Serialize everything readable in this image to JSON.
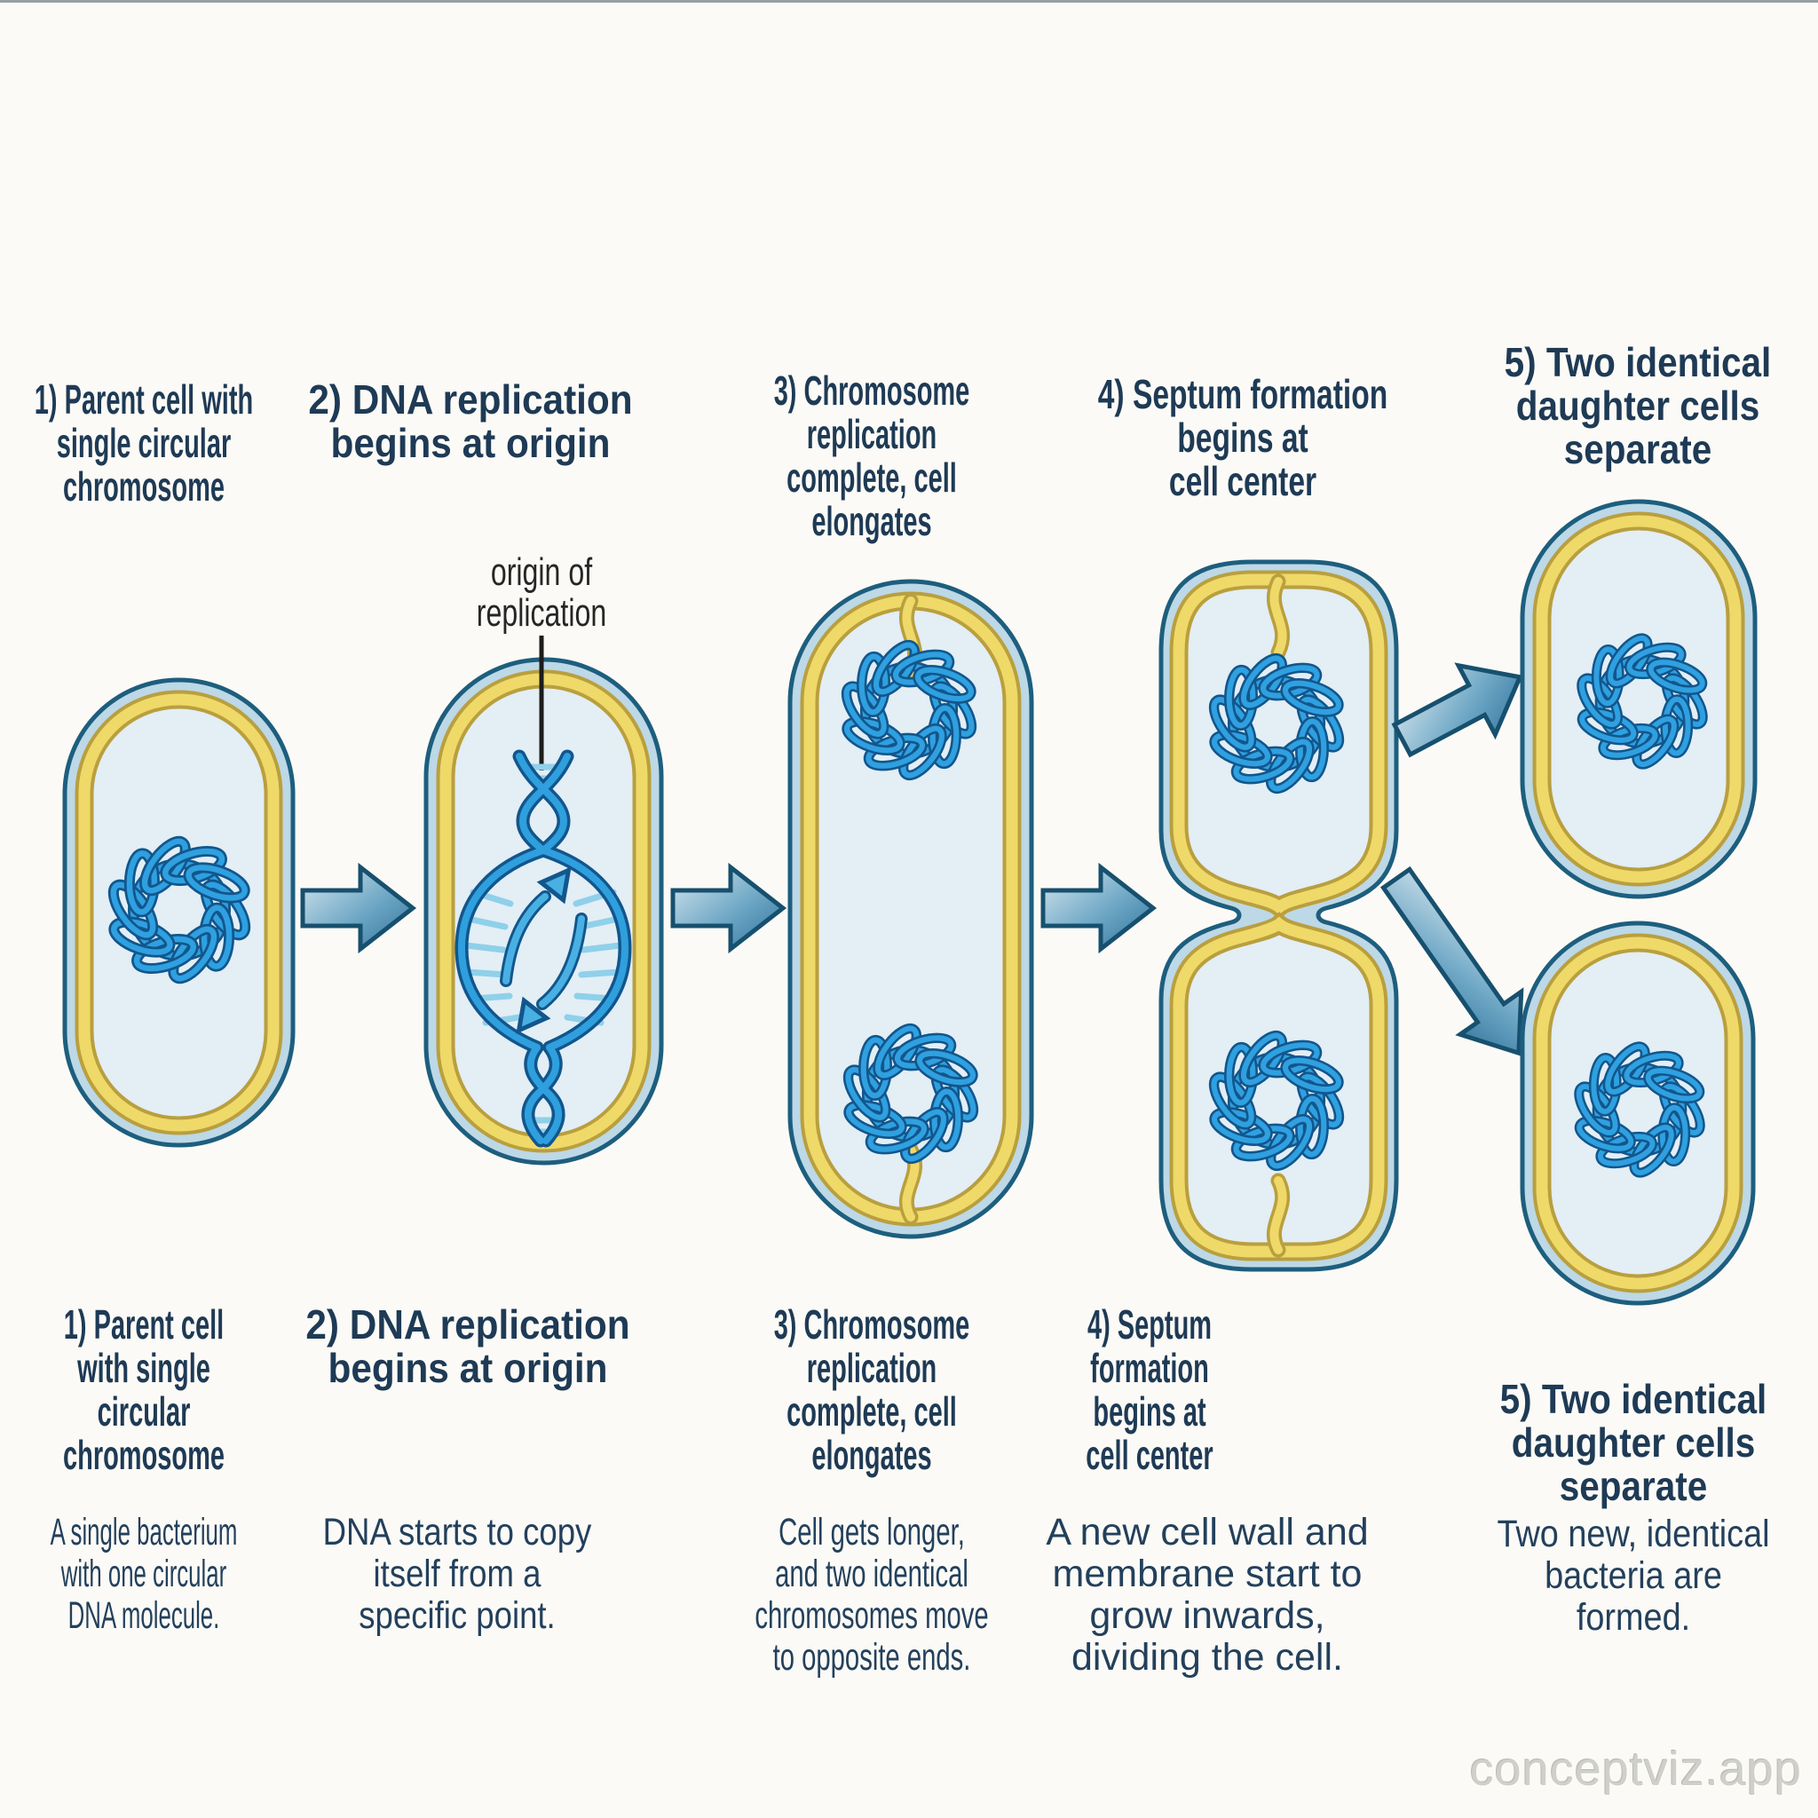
{
  "page": {
    "watermark": "conceptviz.app",
    "background_color": "#fbfaf6"
  },
  "colors": {
    "cell_wall": "#bdd8e6",
    "cell_wall_outline": "#1d5e7e",
    "plasma_membrane_yellow": "#efd968",
    "membrane_edge": "#b99f3e",
    "cytoplasm": "#e3eef5",
    "chromosome_blue": "#2fa0e0",
    "chromosome_outline": "#12568c",
    "arrow_blue": "#4a93b8",
    "heading_text": "#1e3a55",
    "body_text": "#23405c"
  },
  "origin_label": {
    "lines": [
      "origin of",
      "replication"
    ]
  },
  "stages": [
    {
      "id": "1",
      "top_title_lines": [
        "1) Parent cell with",
        "single circular",
        "chromosome"
      ],
      "bottom_title_lines": [
        "1) Parent cell",
        "with single",
        "circular",
        "chromosome"
      ],
      "description_lines": [
        "A single bacterium",
        "with one circular",
        "DNA molecule."
      ]
    },
    {
      "id": "2",
      "top_title_lines": [
        "2) DNA replication",
        "begins at origin"
      ],
      "bottom_title_lines": [
        "2) DNA replication",
        "begins at origin"
      ],
      "description_lines": [
        "DNA starts to copy",
        "itself from a",
        "specific point."
      ]
    },
    {
      "id": "3",
      "top_title_lines": [
        "3) Chromosome",
        "replication",
        "complete, cell",
        "elongates"
      ],
      "bottom_title_lines": [
        "3) Chromosome",
        "replication",
        "complete, cell",
        "elongates"
      ],
      "description_lines": [
        "Cell gets longer,",
        "and two identical",
        "chromosomes move",
        "to opposite ends."
      ]
    },
    {
      "id": "4",
      "top_title_lines": [
        "4) Septum formation",
        "begins at",
        "cell center"
      ],
      "bottom_title_lines": [
        "4) Septum",
        "formation",
        "begins at",
        "cell center"
      ],
      "description_lines": [
        "A new cell wall and",
        "membrane start to",
        "grow inwards,",
        "dividing the cell."
      ]
    },
    {
      "id": "5",
      "top_title_lines": [
        "5) Two identical",
        "daughter cells",
        "separate"
      ],
      "bottom_title_lines": [
        "5) Two identical",
        "daughter cells",
        "separate"
      ],
      "description_lines": [
        "Two new, identical",
        "bacteria are",
        "formed."
      ]
    }
  ]
}
